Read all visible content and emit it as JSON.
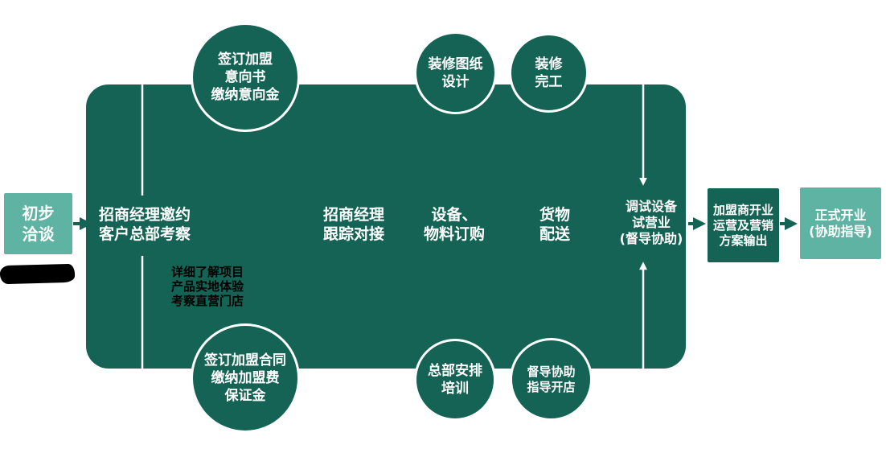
{
  "colors": {
    "dark_teal": "#146354",
    "light_teal": "#5fb3a2",
    "text_on_dark": "#ffffff",
    "annotation_black": "#000000"
  },
  "start_box": {
    "text": "初步\n洽谈"
  },
  "stages": [
    {
      "text": "招商经理邀约\n客户总部考察"
    },
    {
      "text": "招商经理\n跟踪对接"
    },
    {
      "text": "设备、\n物料订购"
    },
    {
      "text": "货物\n配送"
    },
    {
      "text": "调试设备\n试营业\n(督导协助)"
    }
  ],
  "top_circles": [
    {
      "text": "签订加盟\n意向书\n缴纳意向金"
    },
    {
      "text": "装修图纸\n设计"
    },
    {
      "text": "装修\n完工"
    }
  ],
  "bottom_circles": [
    {
      "text": "签订加盟合同\n缴纳加盟费\n保证金"
    },
    {
      "text": "总部安排\n培训"
    },
    {
      "text": "督导协助\n指导开店"
    }
  ],
  "end_boxes": [
    {
      "text": "加盟商开业\n运营及营销\n方案输出"
    },
    {
      "text": "正式开业\n(协助指导)"
    }
  ],
  "annotation": {
    "text": "详细了解项目\n产品实地体验\n考察直营门店"
  }
}
